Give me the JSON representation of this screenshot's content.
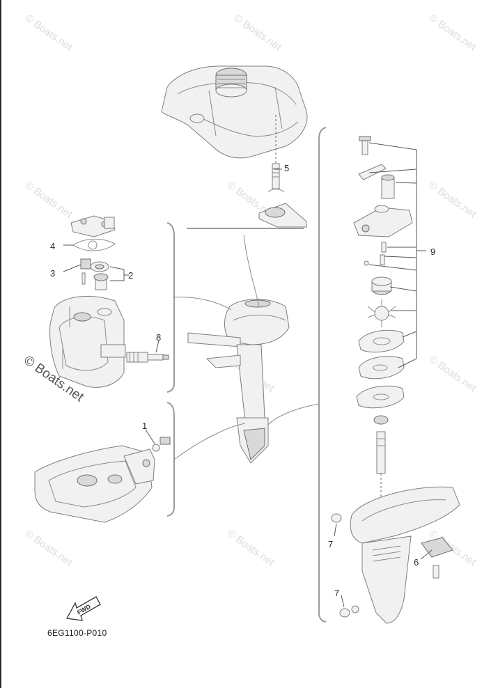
{
  "diagram": {
    "part_numbers": [
      "1",
      "2",
      "3",
      "4",
      "5",
      "6",
      "7",
      "7",
      "8",
      "9"
    ],
    "code": "6EG1100-P010",
    "fwd_label": "FWD",
    "watermark": "© Boats.net"
  },
  "colors": {
    "line": "#7d7d7d",
    "label": "#2a2a2a",
    "watermark": "#dcdcdc"
  }
}
